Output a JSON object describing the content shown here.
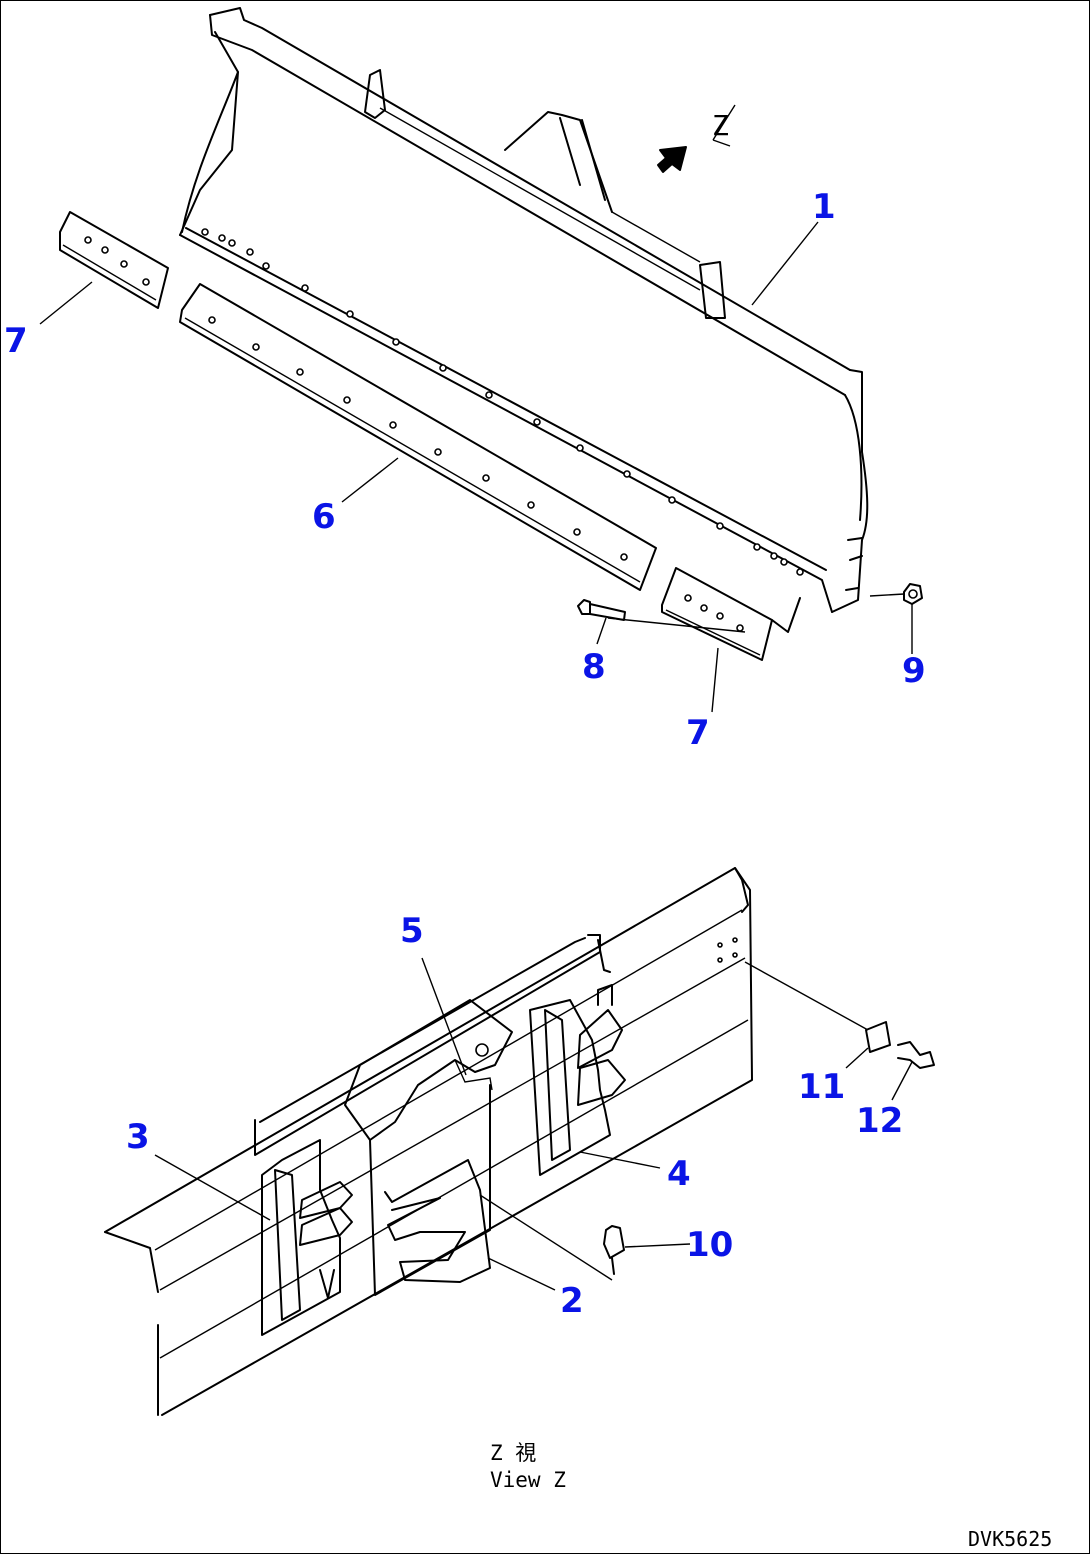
{
  "diagram": {
    "callouts": [
      {
        "id": "c1",
        "label": "1"
      },
      {
        "id": "c2",
        "label": "2"
      },
      {
        "id": "c3",
        "label": "3"
      },
      {
        "id": "c4",
        "label": "4"
      },
      {
        "id": "c5",
        "label": "5"
      },
      {
        "id": "c6",
        "label": "6"
      },
      {
        "id": "c7a",
        "label": "7"
      },
      {
        "id": "c7b",
        "label": "7"
      },
      {
        "id": "c8",
        "label": "8"
      },
      {
        "id": "c9",
        "label": "9"
      },
      {
        "id": "c10",
        "label": "10"
      },
      {
        "id": "c11",
        "label": "11"
      },
      {
        "id": "c12",
        "label": "12"
      }
    ],
    "view_marker": "Z",
    "caption_jp": "Z 視",
    "caption_en": "View Z",
    "drawing_code": "DVK5625",
    "colors": {
      "callout": "#0a14e6",
      "line": "#000000",
      "background": "#ffffff"
    }
  }
}
